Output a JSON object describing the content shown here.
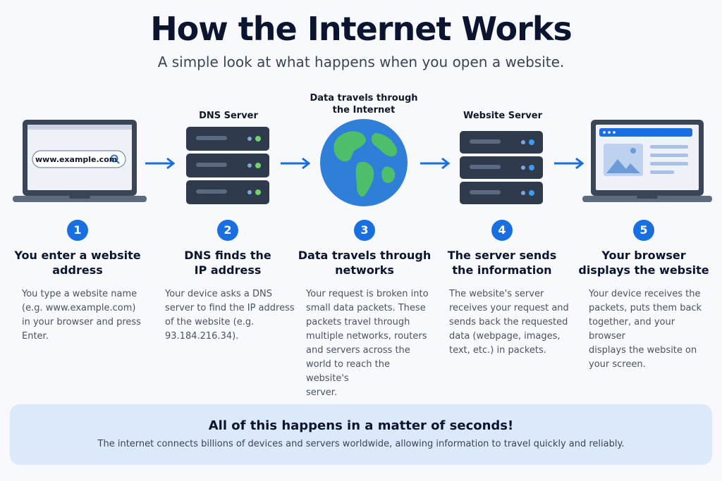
{
  "header": {
    "title": "How the Internet Works",
    "subtitle": "A simple look at what happens when you open a website."
  },
  "illustrations": {
    "laptop_url": "www.example.com",
    "dns_label": "DNS Server",
    "globe_label_line1": "Data travels through",
    "globe_label_line2": "the Internet",
    "web_label": "Website Server"
  },
  "steps": [
    {
      "num": "1",
      "title_line1": "You enter a website",
      "title_line2": "address",
      "desc": [
        "You type a website name",
        "(e.g. www.example.com)",
        "in your browser and press",
        "Enter."
      ]
    },
    {
      "num": "2",
      "title_line1": "DNS finds the",
      "title_line2": "IP address",
      "desc": [
        "Your device asks a DNS",
        "server to find the IP address",
        "of the website (e.g.",
        "93.184.216.34)."
      ]
    },
    {
      "num": "3",
      "title_line1": "Data travels through",
      "title_line2": "networks",
      "desc": [
        "Your request is broken into",
        "small data packets. These",
        "packets travel through",
        "multiple networks, routers",
        "and servers across the",
        "world to reach the website's",
        "server."
      ]
    },
    {
      "num": "4",
      "title_line1": "The server sends",
      "title_line2": "the information",
      "desc": [
        "The website's server",
        "receives your request and",
        "sends back the requested",
        "data (webpage, images,",
        "text, etc.) in packets."
      ]
    },
    {
      "num": "5",
      "title_line1": "Your browser",
      "title_line2": "displays the website",
      "desc": [
        "Your device receives the",
        "packets, puts them back",
        "together, and your browser",
        "displays the website on",
        "your screen."
      ]
    }
  ],
  "footer": {
    "headline": "All of this happens in a matter of seconds!",
    "text": "The internet connects billions of devices and servers worldwide, allowing information to travel quickly and reliably."
  },
  "colors": {
    "accent": "#1a6fe0",
    "dark": "#0b1530",
    "server": "#2f3a4d",
    "ocean": "#2f7fd8",
    "land": "#4fbe6a",
    "footer_bg": "#dbe9fb"
  }
}
